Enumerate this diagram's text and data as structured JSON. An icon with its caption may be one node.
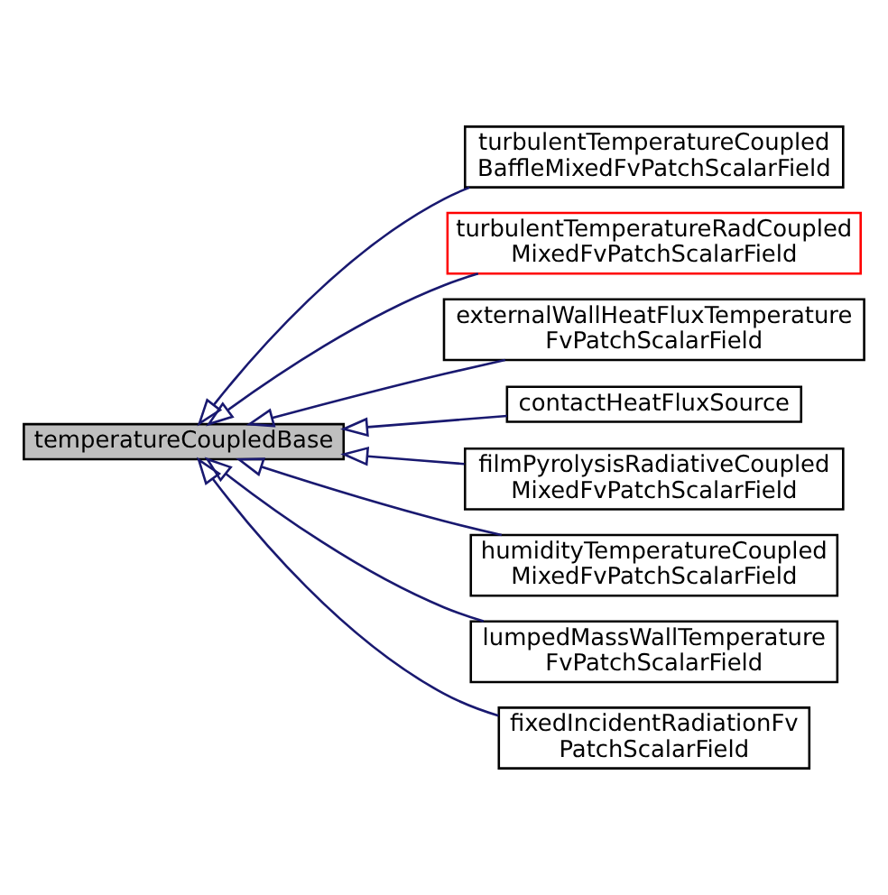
{
  "diagram": {
    "nodes": [
      {
        "text": [
          "temperatureCoupledBase"
        ]
      },
      {
        "text": [
          "turbulentTemperatureCoupled BaffleMixedFvPatchScalarField"
        ]
      },
      {
        "text": [
          "turbulentTemperatureRadCoupled MixedFvPatchScalarField"
        ]
      },
      {
        "text": [
          "externalWallHeatFluxTemperature FvPatchScalarField"
        ]
      },
      {
        "text": [
          "contactHeatFluxSource"
        ]
      },
      {
        "text": [
          "filmPyrolysisRadiativeCoupled MixedFvPatchScalarField"
        ]
      },
      {
        "text": [
          "humidityTemperatureCoupled MixedFvPatchScalarField"
        ]
      },
      {
        "text": [
          "lumpedMassWallTemperature FvPatchScalarField"
        ]
      },
      {
        "text": [
          "fixedIncidentRadiationFv PatchScalarField"
        ]
      }
    ],
    "edges": [
      {
        "from": 1,
        "to": 0,
        "arrow": "to"
      },
      {
        "from": 2,
        "to": 0,
        "arrow": "to"
      },
      {
        "from": 3,
        "to": 0,
        "arrow": "to"
      },
      {
        "from": 4,
        "to": 0,
        "arrow": "to"
      },
      {
        "from": 5,
        "to": 0,
        "arrow": "to"
      },
      {
        "from": 6,
        "to": 0,
        "arrow": "to"
      },
      {
        "from": 7,
        "to": 0,
        "arrow": "to"
      },
      {
        "from": 8,
        "to": 0,
        "arrow": "to"
      }
    ]
  }
}
